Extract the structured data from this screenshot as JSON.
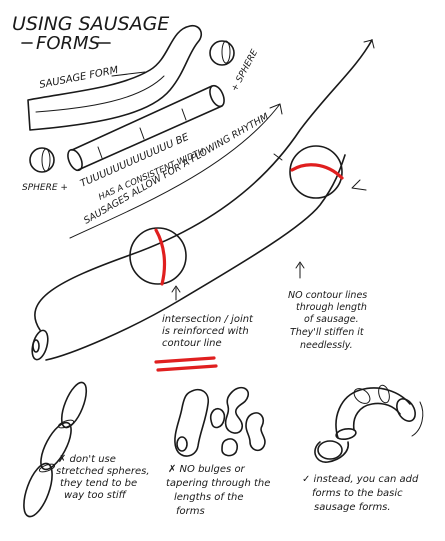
{
  "title": {
    "line1": "USING SAUSAGE",
    "line2": "FORMS"
  },
  "labels": {
    "sausage_form": "SAUSAGE FORM",
    "sphere_left": "SPHERE +",
    "tube_line": "TUUUUUUUUUUUUU BE",
    "sphere_right": "+ SPHERE",
    "consistent_width": "HAS A CONSISTENT WIDTH",
    "flowing_rhythm": "SAUSAGES ALLOW FOR A FLOWING RHYTHM",
    "intersection": [
      "intersection / joint",
      "is reinforced with",
      "contour line"
    ],
    "no_contour": [
      "NO contour lines",
      "through length",
      "of sausage.",
      "They'll stiffen it",
      "needlessly."
    ],
    "dont_spheres": [
      "✗ don't use",
      "stretched spheres,",
      "they tend to be",
      "way too stiff"
    ],
    "no_bulges": [
      "✗ NO bulges or",
      "tapering through the",
      "lengths of the",
      "forms"
    ],
    "instead": [
      "✓ instead, you can add",
      "forms to the basic",
      "sausage forms."
    ]
  },
  "colors": {
    "ink": "#1a1a1a",
    "accent": "#e01f1f"
  }
}
